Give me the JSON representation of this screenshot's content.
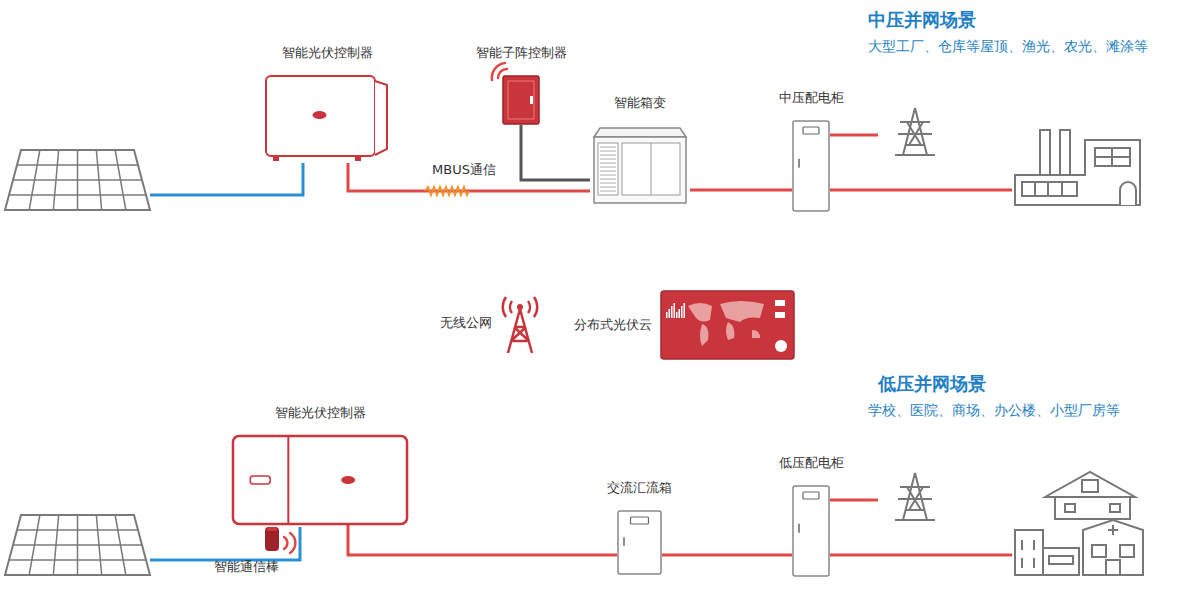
{
  "diagram": {
    "nodes": [
      {
        "text": [
          "智能光伏控制器"
        ]
      },
      {
        "text": [
          "智能子阵控制器"
        ]
      },
      {
        "text": [
          "智能箱变"
        ]
      },
      {
        "text": [
          "中压配电柜"
        ]
      },
      {
        "text": [
          "无线公网"
        ]
      },
      {
        "text": [
          "分布式光伏云"
        ]
      },
      {
        "text": [
          "智能光伏控制器"
        ]
      },
      {
        "text": [
          "智能通信棒"
        ]
      },
      {
        "text": [
          "交流汇流箱"
        ]
      },
      {
        "text": [
          "低压配电柜"
        ]
      }
    ],
    "edges": [
      {
        "from": 0,
        "to": 2,
        "label": "MBUS通信",
        "arrow": "none"
      },
      {
        "from": 1,
        "to": 2,
        "arrow": "none"
      },
      {
        "from": 2,
        "to": 3,
        "arrow": "none"
      },
      {
        "from": 6,
        "to": 8,
        "arrow": "none"
      },
      {
        "from": 8,
        "to": 9,
        "arrow": "none"
      }
    ],
    "labels": [
      "中压并网场景",
      "大型工厂、仓库等屋顶、渔光、农光、滩涂等",
      "低压并网场景",
      "学校、医院、商场、办公楼、小型厂房等"
    ]
  }
}
